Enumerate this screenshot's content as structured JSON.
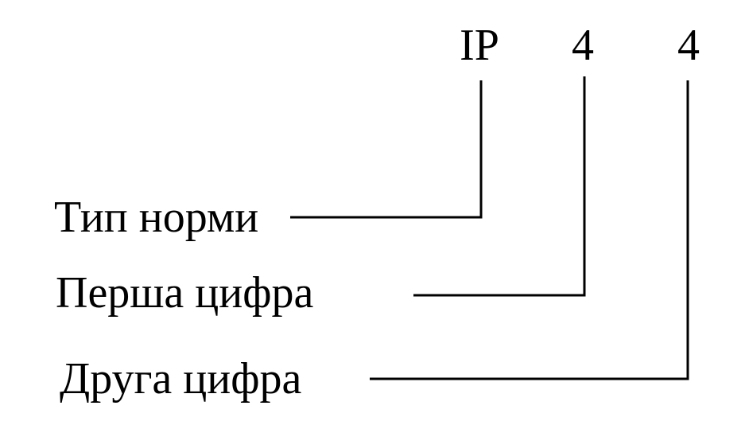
{
  "code": {
    "prefix": "IP",
    "first_digit": "4",
    "second_digit": "4"
  },
  "labels": {
    "norm_type": "Тип норми",
    "first_digit": "Перша цифра",
    "second_digit": "Друга цифра"
  },
  "colors": {
    "ink": "#000000",
    "background": "#ffffff"
  }
}
